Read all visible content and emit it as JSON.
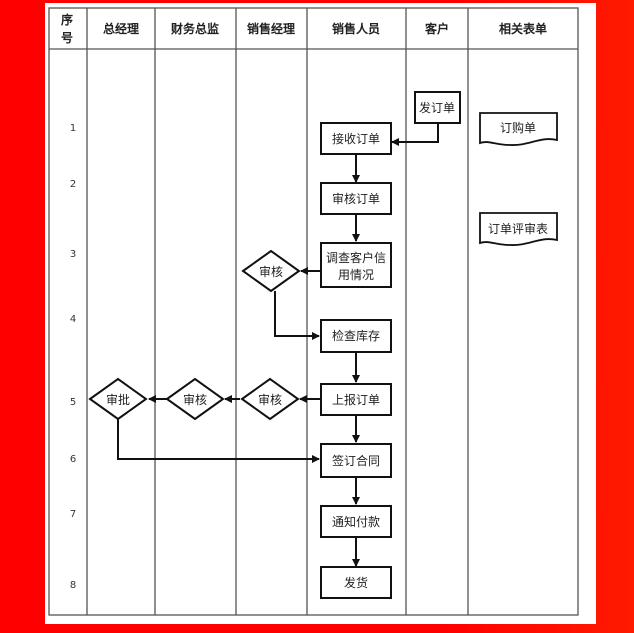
{
  "diagram": {
    "type": "swimlane-flowchart",
    "columns": [
      {
        "id": "seq",
        "label_line1": "序",
        "label_line2": "号"
      },
      {
        "id": "gm",
        "label": "总经理"
      },
      {
        "id": "cfo",
        "label": "财务总监"
      },
      {
        "id": "sm",
        "label": "销售经理"
      },
      {
        "id": "sales",
        "label": "销售人员"
      },
      {
        "id": "customer",
        "label": "客户"
      },
      {
        "id": "forms",
        "label": "相关表单"
      }
    ],
    "row_numbers": [
      "1",
      "2",
      "3",
      "4",
      "5",
      "6",
      "7",
      "8"
    ],
    "nodes": {
      "send_order": {
        "label": "发订单",
        "shape": "rect",
        "lane": "customer"
      },
      "receive_order": {
        "label": "接收订单",
        "shape": "rect",
        "lane": "sales"
      },
      "review_order": {
        "label": "审核订单",
        "shape": "rect",
        "lane": "sales"
      },
      "check_credit_l1": {
        "label": "调查客户信",
        "shape": "rect",
        "lane": "sales"
      },
      "check_credit_l2": {
        "label": "用情况"
      },
      "sm_review_1": {
        "label": "审核",
        "shape": "diamond",
        "lane": "sm"
      },
      "check_stock": {
        "label": "检查库存",
        "shape": "rect",
        "lane": "sales"
      },
      "report_order": {
        "label": "上报订单",
        "shape": "rect",
        "lane": "sales"
      },
      "sm_review_2": {
        "label": "审核",
        "shape": "diamond",
        "lane": "sm"
      },
      "cfo_review": {
        "label": "审核",
        "shape": "diamond",
        "lane": "cfo"
      },
      "gm_approve": {
        "label": "审批",
        "shape": "diamond",
        "lane": "gm"
      },
      "sign_contract": {
        "label": "签订合同",
        "shape": "rect",
        "lane": "sales"
      },
      "notify_payment": {
        "label": "通知付款",
        "shape": "rect",
        "lane": "sales"
      },
      "ship": {
        "label": "发货",
        "shape": "rect",
        "lane": "sales"
      },
      "doc_purchase_order": {
        "label": "订购单",
        "shape": "document",
        "lane": "forms"
      },
      "doc_order_review": {
        "label": "订单评审表",
        "shape": "document",
        "lane": "forms"
      }
    },
    "edges": [
      [
        "send_order",
        "receive_order"
      ],
      [
        "receive_order",
        "review_order"
      ],
      [
        "review_order",
        "check_credit"
      ],
      [
        "check_credit",
        "sm_review_1"
      ],
      [
        "sm_review_1",
        "check_stock"
      ],
      [
        "check_stock",
        "report_order"
      ],
      [
        "report_order",
        "sm_review_2"
      ],
      [
        "sm_review_2",
        "cfo_review"
      ],
      [
        "cfo_review",
        "gm_approve"
      ],
      [
        "report_order",
        "sign_contract"
      ],
      [
        "gm_approve",
        "sign_contract"
      ],
      [
        "sign_contract",
        "notify_payment"
      ],
      [
        "notify_payment",
        "ship"
      ]
    ],
    "colors": {
      "background": "#ff0000",
      "paper": "#ffffff",
      "grid_line": "#555555",
      "shape_stroke": "#111111"
    }
  }
}
